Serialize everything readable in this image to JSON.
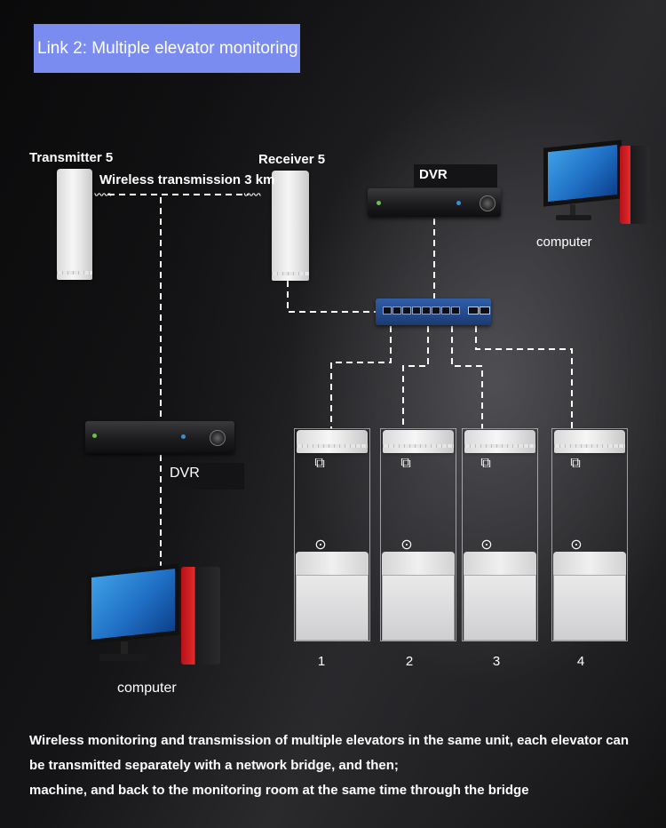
{
  "title": "Link 2: Multiple elevator monitoring",
  "labels": {
    "transmitter": "Transmitter 5",
    "receiver": "Receiver 5",
    "wireless": "Wireless transmission 3 km",
    "dvr_top": "DVR",
    "dvr_left": "DVR",
    "computer_top": "computer",
    "computer_bottom": "computer"
  },
  "elevators": [
    "1",
    "2",
    "3",
    "4"
  ],
  "caption": {
    "line1": "Wireless monitoring and transmission of multiple elevators in the same unit, each elevator can",
    "line2": "be transmitted separately with a network bridge, and then;",
    "line3": "machine, and back to the monitoring room at the same time through the bridge"
  },
  "colors": {
    "title_bg": "#7b8cf0",
    "switch_blue": "#2f5ea8",
    "tower_red": "#e32a2a"
  },
  "icons": [
    "wifi-icon",
    "computer-icon",
    "dvr-icon",
    "switch-icon",
    "bridge-icon",
    "camera-icon"
  ]
}
